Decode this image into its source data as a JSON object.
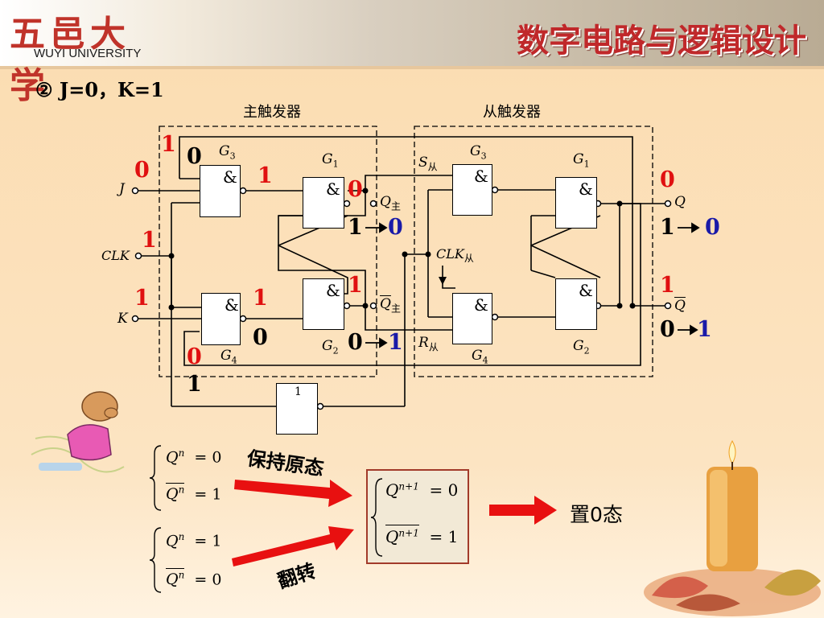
{
  "header": {
    "logo_cn": "五邑大学",
    "logo_en": "WUYI UNIVERSITY",
    "course_title": "数字电路与逻辑设计"
  },
  "case_title": "② J=0，K=1",
  "sections": {
    "master": "主触发器",
    "slave": "从触发器"
  },
  "gates": {
    "G3_name": "G",
    "G3_sub": "3",
    "G1_name": "G",
    "G1_sub": "1",
    "G2_name": "G",
    "G2_sub": "2",
    "G4_name": "G",
    "G4_sub": "4",
    "and_symbol": "&",
    "not_symbol": "1"
  },
  "inputs": {
    "J": "J",
    "CLK": "CLK",
    "K": "K"
  },
  "signals": {
    "Q_master": "Q",
    "Q_master_sub": "主",
    "Qbar_master": "Q",
    "Qbar_master_sub": "主",
    "S_slave": "S",
    "S_slave_sub": "从",
    "R_slave": "R",
    "R_slave_sub": "从",
    "CLK_slave": "CLK",
    "CLK_slave_sub": "从",
    "Q_out": "Q",
    "Qbar_out": "Q"
  },
  "values": {
    "v_G3_top_1": "1",
    "v_G3_top_0": "0",
    "v_J": "0",
    "v_G3_out": "1",
    "v_G1_out": "0",
    "v_Qm_from": "1",
    "v_Qm_to": "0",
    "v_CLK": "1",
    "v_K": "1",
    "v_G4_out": "1",
    "v_G2_out": "1",
    "v_G4_bot": "0",
    "v_G4_left": "0",
    "v_not_out": "1",
    "v_Qbm_from": "0",
    "v_Qbm_to": "1",
    "v_Q_top": "0",
    "v_Q_from": "1",
    "v_Q_to": "0",
    "v_Qb_top": "1",
    "v_Qb_from": "0",
    "v_Qb_to": "1"
  },
  "equations": {
    "hold_q": "Q",
    "hold_q_sup": "n",
    "hold_q_val": "= 0",
    "hold_qb": "Q",
    "hold_qb_sup": "n",
    "hold_qb_val": "= 1",
    "flip_q": "Q",
    "flip_q_sup": "n",
    "flip_q_val": "= 1",
    "flip_qb": "Q",
    "flip_qb_sup": "n",
    "flip_qb_val": "= 0",
    "res_q": "Q",
    "res_q_sup": "n+1",
    "res_q_val": "= 0",
    "res_qb": "Q",
    "res_qb_sup": "n+1",
    "res_qb_val": "= 1"
  },
  "notes": {
    "hold": "保持原态",
    "flip": "翻转"
  },
  "result": "置0态",
  "colors": {
    "accent_red": "#e01010",
    "blue": "#1a1aa8",
    "title_red": "#c0282a"
  }
}
